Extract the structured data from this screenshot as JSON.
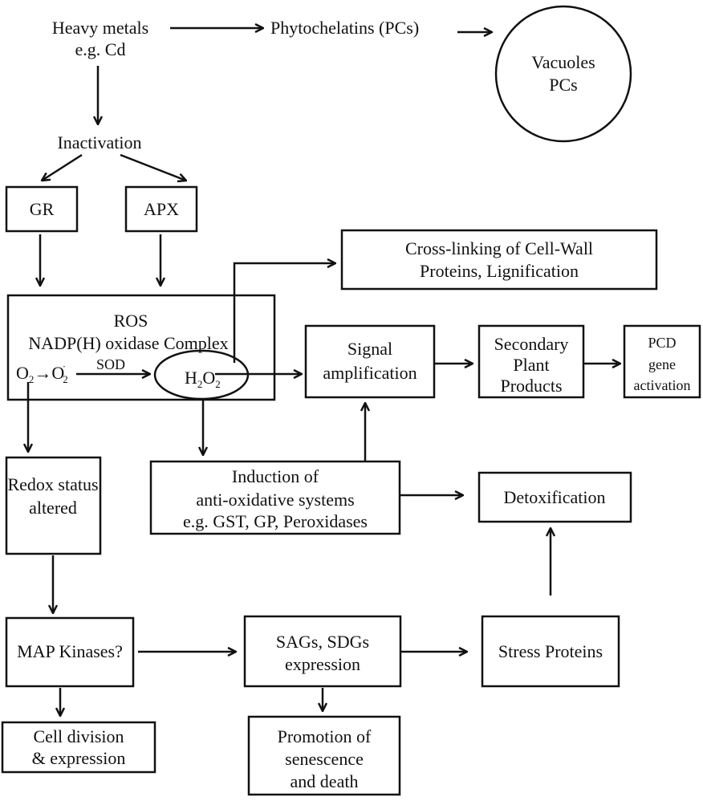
{
  "nodes": {
    "heavy_metals": [
      "Heavy metals",
      "e.g. Cd"
    ],
    "phytochelatins": "Phytochelatins (PCs)",
    "vacuoles": [
      "Vacuoles",
      "PCs"
    ],
    "inactivation": "Inactivation",
    "gr": "GR",
    "apx": "APX",
    "cross_linking": [
      "Cross-linking of Cell-Wall",
      "Proteins, Lignification"
    ],
    "ros": {
      "title": "ROS",
      "subtitle": "NADP(H) oxidase Complex",
      "o2": "O",
      "o2_sub": "2",
      "arrow": "→",
      "superoxide": "O",
      "superoxide_sub": "2",
      "superoxide_sup": "·",
      "sod": "SOD",
      "h": "H",
      "h_sub": "2",
      "o": "O",
      "o_sub": "2"
    },
    "signal": [
      "Signal",
      "amplification"
    ],
    "secondary": [
      "Secondary",
      "Plant",
      "Products"
    ],
    "pcd": [
      "PCD",
      "gene",
      "activation"
    ],
    "redox": [
      "Redox status",
      "altered"
    ],
    "induction": [
      "Induction of",
      "anti-oxidative systems",
      "e.g. GST, GP, Peroxidases"
    ],
    "detox": "Detoxification",
    "map": "MAP Kinases?",
    "sags": [
      "SAGs, SDGs",
      "expression"
    ],
    "stress": "Stress Proteins",
    "cell_division": [
      "Cell division",
      "& expression"
    ],
    "promotion": [
      "Promotion of",
      "senescence",
      "and death"
    ]
  }
}
